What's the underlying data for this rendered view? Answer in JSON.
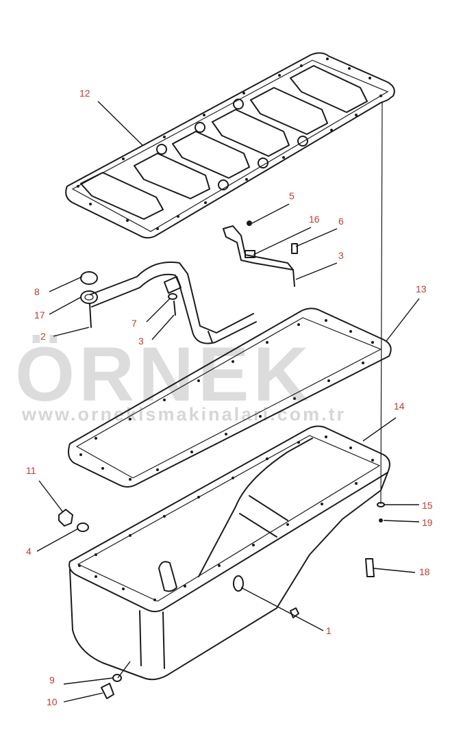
{
  "watermark": {
    "brand": "ÖRNEK",
    "url": "www.ornekismakinalari.com.tr"
  },
  "callouts": [
    {
      "id": "c1",
      "label": "1"
    },
    {
      "id": "c2",
      "label": "2"
    },
    {
      "id": "c3a",
      "label": "3"
    },
    {
      "id": "c3b",
      "label": "3"
    },
    {
      "id": "c4",
      "label": "4"
    },
    {
      "id": "c5",
      "label": "5"
    },
    {
      "id": "c6",
      "label": "6"
    },
    {
      "id": "c7",
      "label": "7"
    },
    {
      "id": "c8",
      "label": "8"
    },
    {
      "id": "c9",
      "label": "9"
    },
    {
      "id": "c10",
      "label": "10"
    },
    {
      "id": "c11",
      "label": "11"
    },
    {
      "id": "c12",
      "label": "12"
    },
    {
      "id": "c13",
      "label": "13"
    },
    {
      "id": "c14",
      "label": "14"
    },
    {
      "id": "c15",
      "label": "15"
    },
    {
      "id": "c16",
      "label": "16"
    },
    {
      "id": "c17",
      "label": "17"
    },
    {
      "id": "c18",
      "label": "18"
    },
    {
      "id": "c19",
      "label": "19"
    }
  ],
  "colors": {
    "callout_text": "#c0392b",
    "line": "#1a1a1a",
    "watermark": "#dcdcdc"
  }
}
